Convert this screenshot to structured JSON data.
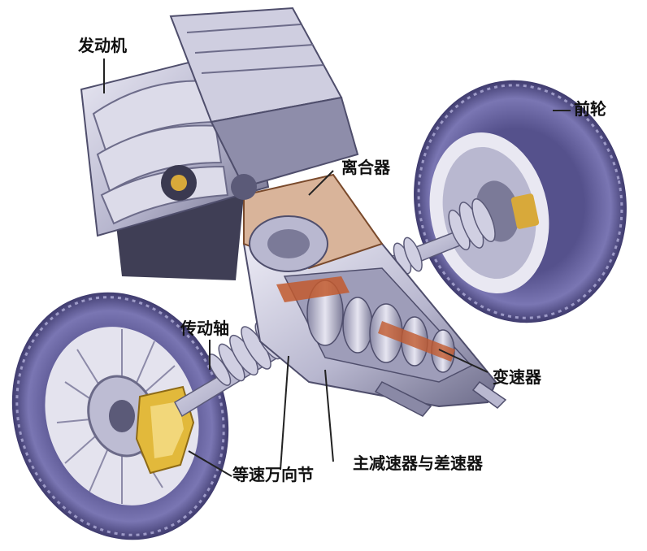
{
  "labels": {
    "engine": "发动机",
    "front_wheel": "前轮",
    "clutch": "离合器",
    "driveshaft": "传动轴",
    "transmission": "变速器",
    "final_drive": "主减速器与差速器",
    "cv_joint": "等速万向节"
  },
  "colors": {
    "tire": "#6f6aa6",
    "tire_dark": "#3f3b6e",
    "metal": "#c9c8dc",
    "metal_dark": "#5b5a78",
    "caliper": "#e2b93b",
    "accent": "#c25a2e",
    "leader": "#222222"
  }
}
